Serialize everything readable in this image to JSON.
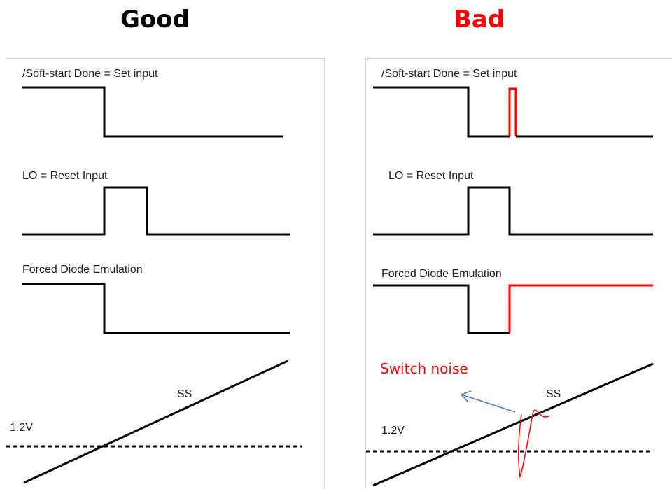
{
  "good_title": "Good",
  "bad_title": "Bad",
  "colors": {
    "good_title": "#000000",
    "bad_title": "#ff0000",
    "trace": "#000000",
    "fault_trace": "#ff0000",
    "annotation_arrow": "#4a7ebb"
  },
  "good": {
    "signal_labels": {
      "soft_start": "/Soft-start Done = Set input",
      "lo": "LO = Reset Input",
      "fde": "Forced Diode Emulation",
      "ss": "SS",
      "threshold": "1.2V"
    }
  },
  "bad": {
    "signal_labels": {
      "soft_start": "/Soft-start Done = Set input",
      "lo": "LO = Reset Input",
      "fde": "Forced Diode Emulation",
      "ss": "SS",
      "threshold": "1.2V"
    },
    "annotation": "Switch noise"
  }
}
